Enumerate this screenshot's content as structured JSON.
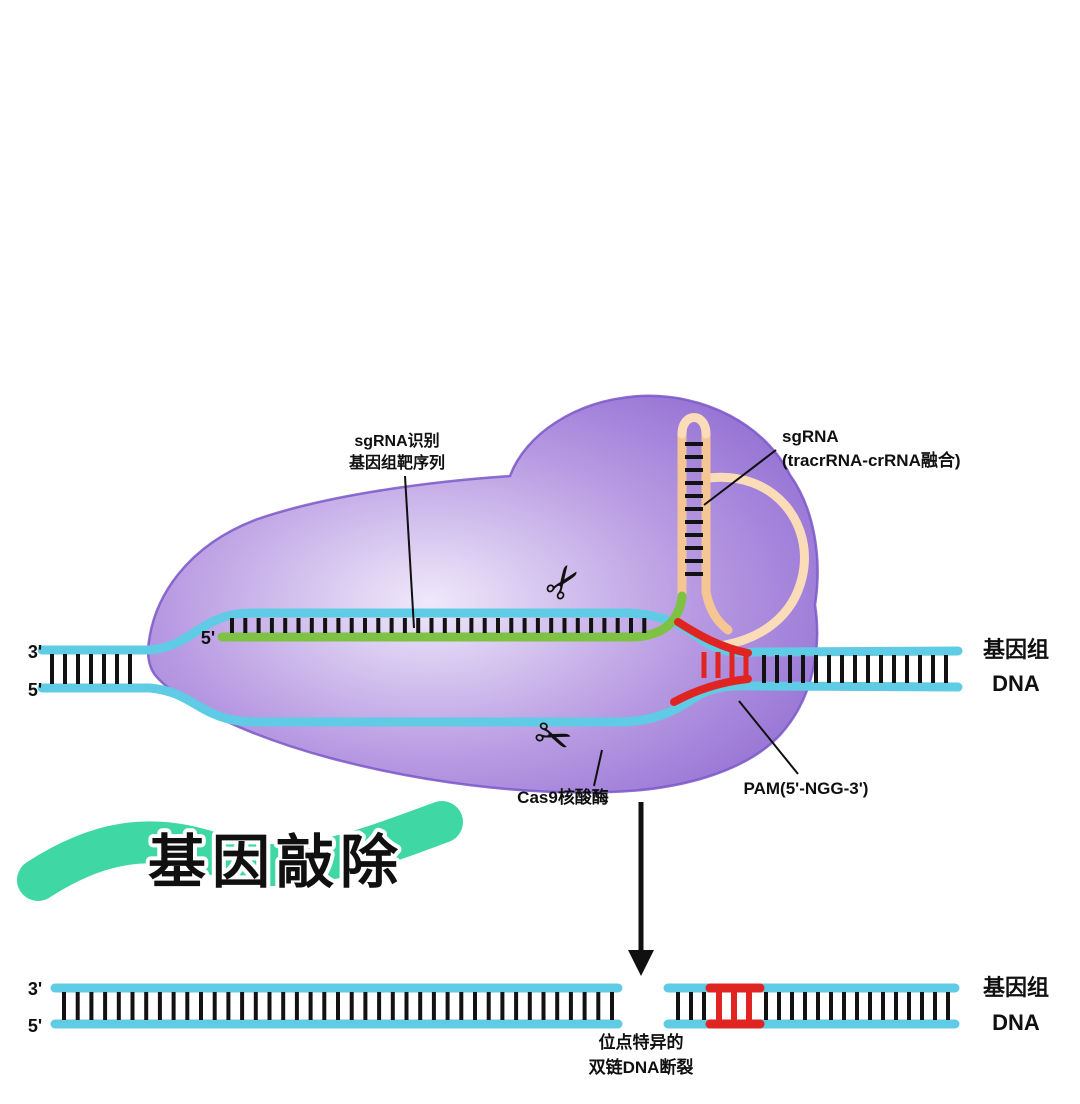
{
  "colors": {
    "dna": "#5fcbe4",
    "rung": "#121212",
    "guide": "#7dc242",
    "sgrna": "#f5c693",
    "sgrna_light": "#fbdcb8",
    "pam": "#e02421",
    "protein_light": "#efe9fa",
    "protein_mid": "#b89ae2",
    "protein_dark": "#8d6ad2",
    "protein_edge": "#7a57c8",
    "brush": "#3fd8a4",
    "text": "#101010"
  },
  "labels": {
    "sgrna_target_1": "sgRNA识别",
    "sgrna_target_2": "基因组靶序列",
    "sgrna_1": "sgRNA",
    "sgrna_2": "(tracrRNA-crRNA融合)",
    "cas9": "Cas9核酸酶",
    "pam": "PAM(5'-NGG-3')",
    "genome_top_1": "基因组",
    "genome_top_2": "DNA",
    "genome_bottom_1": "基因组",
    "genome_bottom_2": "DNA",
    "knockout": "基因敲除",
    "break_1": "位点特异的",
    "break_2": "双链DNA断裂",
    "prime3_top": "3'",
    "prime5_top": "5'",
    "prime5_inner": "5'",
    "prime3_bottom": "3'",
    "prime5_bottom": "5'"
  },
  "icons": {
    "scissors": "✂"
  },
  "diagram": {
    "rung_groups": [
      {
        "target": "rungs-left-duplex",
        "orient": "v",
        "from": 52,
        "to": 142,
        "step": 13,
        "a1": 654,
        "a2": 684,
        "color": "rung",
        "width": 4
      },
      {
        "target": "rungs-guide",
        "orient": "v",
        "from": 232,
        "to": 646,
        "step": 13.3,
        "a1": 618,
        "a2": 633,
        "color": "rung",
        "width": 4
      },
      {
        "target": "rungs-right-duplex",
        "orient": "v",
        "from": 764,
        "to": 950,
        "step": 13,
        "a1": 655,
        "a2": 683,
        "color": "rung",
        "width": 4
      },
      {
        "target": "rungs-hairpin",
        "orient": "h",
        "from": 444,
        "to": 586,
        "step": 13,
        "a1": 685,
        "a2": 703,
        "color": "rung",
        "width": 4
      },
      {
        "target": "rungs-pam",
        "orient": "v",
        "from": 704,
        "to": 746,
        "step": 14,
        "a1": 652,
        "a2": 678,
        "color": "pam",
        "width": 5
      },
      {
        "target": "rungs-bottom-left",
        "orient": "v",
        "from": 64,
        "to": 612,
        "step": 13.7,
        "a1": 992,
        "a2": 1020,
        "color": "rung",
        "width": 4
      },
      {
        "target": "rungs-bottom-right-a",
        "orient": "v",
        "from": 678,
        "to": 706,
        "step": 13,
        "a1": 992,
        "a2": 1020,
        "color": "rung",
        "width": 4
      },
      {
        "target": "rungs-bottom-right-red",
        "orient": "v",
        "from": 719,
        "to": 751,
        "step": 15,
        "a1": 992,
        "a2": 1020,
        "color": "pam",
        "width": 6
      },
      {
        "target": "rungs-bottom-right-b",
        "orient": "v",
        "from": 766,
        "to": 948,
        "step": 13,
        "a1": 992,
        "a2": 1020,
        "color": "rung",
        "width": 4
      }
    ]
  }
}
